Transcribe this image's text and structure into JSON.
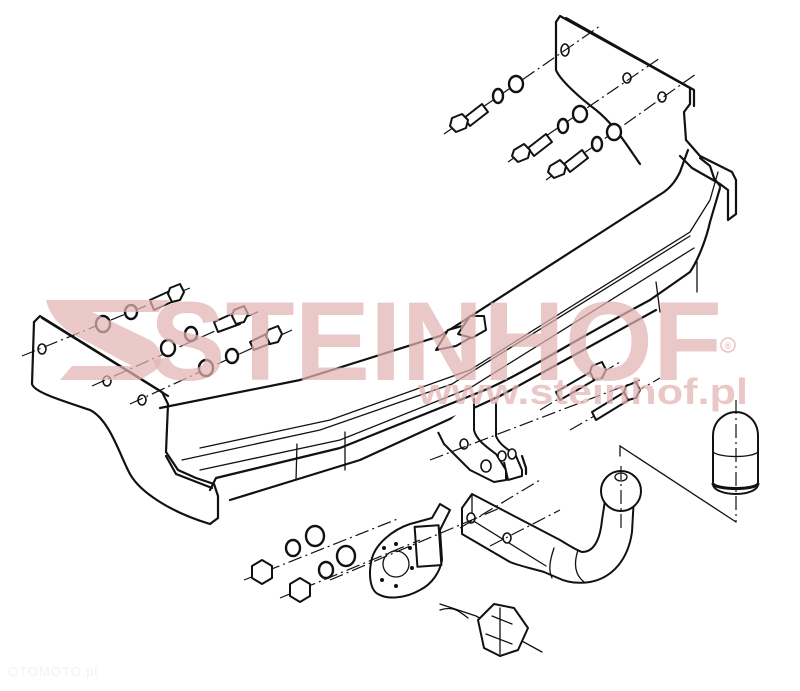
{
  "diagram": {
    "type": "exploded-view technical drawing",
    "subject": "detachable tow bar (towing hitch) assembly",
    "line_color": "#111111",
    "background": "#ffffff",
    "components": [
      {
        "id": "crossbeam",
        "label": "main crossbeam"
      },
      {
        "id": "left-mounting-plate",
        "label": "left mounting plate"
      },
      {
        "id": "right-mounting-plate",
        "label": "right mounting plate"
      },
      {
        "id": "left-bolt-set",
        "label": "3 bolts with washers (left)"
      },
      {
        "id": "right-bolt-set",
        "label": "3 bolts with washers (right)"
      },
      {
        "id": "hitch-bracket",
        "label": "tow ball mounting bracket"
      },
      {
        "id": "bracket-bolts",
        "label": "2 bracket bolts"
      },
      {
        "id": "tow-ball-arm",
        "label": "tow ball neck with ball"
      },
      {
        "id": "ball-cap",
        "label": "ball protective cap"
      },
      {
        "id": "socket-plate",
        "label": "electrical socket mounting plate"
      },
      {
        "id": "nuts-washers",
        "label": "2 nuts with washers"
      },
      {
        "id": "connector",
        "label": "wiring connector"
      }
    ]
  },
  "watermark": {
    "brand": "STEINHOF",
    "registered": "®",
    "url": "www.steinhof.pl",
    "color": "#e3b4b4"
  },
  "corner_watermark": "OTOMOTO.pl"
}
